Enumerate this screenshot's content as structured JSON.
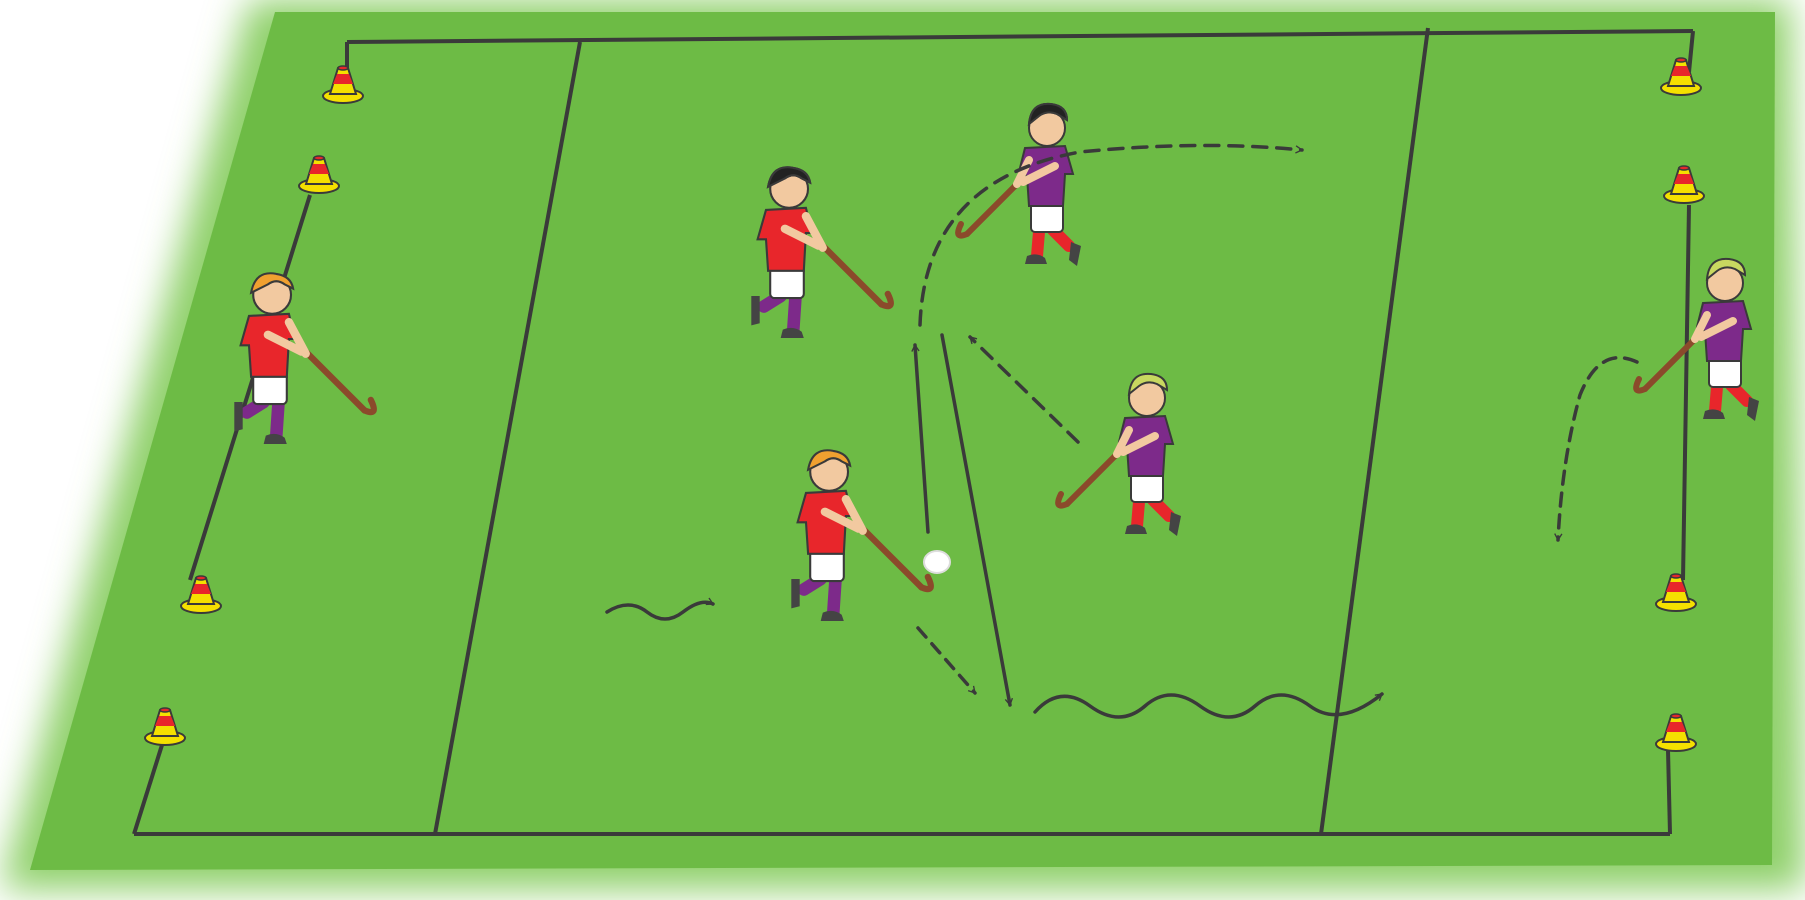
{
  "diagram": {
    "colors": {
      "grass": "#6dbb45",
      "grass_edge": "#8fd06a",
      "line": "#3a3a3a",
      "team_a_shirt": "#e8262b",
      "team_a_shorts": "#ffffff",
      "team_a_socks": "#7d2a8a",
      "team_b_shirt": "#7d2a8a",
      "team_b_shorts": "#ffffff",
      "team_b_socks": "#e8262b",
      "cone_base": "#f5e000",
      "cone_stripe": "#e8262b",
      "stick": "#8b4a2b",
      "ball": "#ffffff"
    },
    "icons": {
      "cone": "training-cone-icon",
      "player": "hockey-player-icon",
      "ball": "hockey-ball-icon",
      "pass": "dashed-arrow",
      "run": "solid-arrow",
      "dribble": "wavy-arrow"
    }
  }
}
